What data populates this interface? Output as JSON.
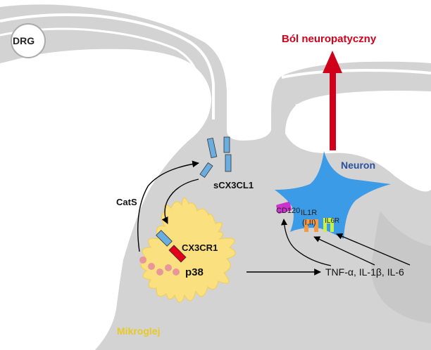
{
  "labels": {
    "drg": "DRG",
    "pain": "Ból neuropatyczny",
    "neuron": "Neuron",
    "scx3cl1": "sCX3CL1",
    "cats": "CatS",
    "cx3cr1": "CX3CR1",
    "p38": "p38",
    "microglia": "Mikroglej",
    "cytokines": "TNF-α, IL-1β, IL-6",
    "cd120": "CD120",
    "il1r_line1": "IL1R",
    "il1r_line2": "(I,II)",
    "il6r": "IL6R"
  },
  "colors": {
    "pain": "#d0021b",
    "neuron": "#2b4f9e",
    "microglia_label": "#e8c925",
    "neuron_fill": "#3b9be6",
    "microglia_fill": "#fbe07f",
    "background_gray": "#d3d3d3",
    "receptor_blue": "#6aaee0",
    "receptor_red": "#e2001a",
    "cathepsin": "#e7969a"
  }
}
